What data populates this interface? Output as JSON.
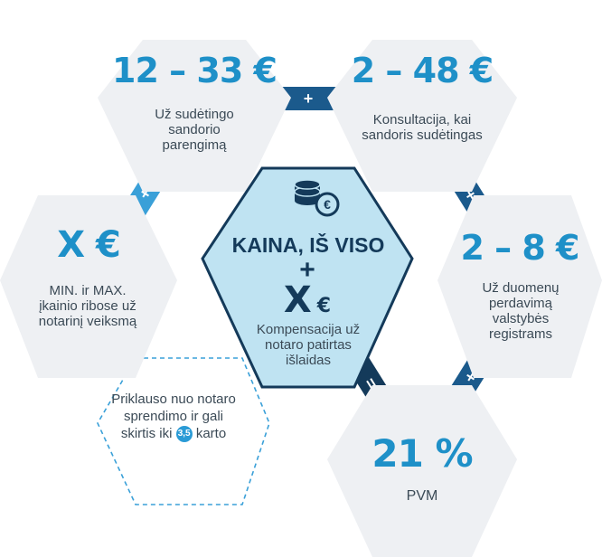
{
  "top_left": {
    "amount": "12 – 33 €",
    "description": "Už sudėtingo sandorio parengimą"
  },
  "top_right": {
    "amount": "2 – 48 €",
    "description": "Konsultacija, kai sandoris sudėtingas"
  },
  "left": {
    "amount": "X €",
    "description": "MIN. ir MAX. įkainio ribose už notarinį veiksmą"
  },
  "right": {
    "amount": "2 – 8 €",
    "description": "Už duomenų perdavimą valstybės registrams"
  },
  "bottom": {
    "amount": "21 %",
    "description": "PVM"
  },
  "center": {
    "title": "KAINA, IŠ VISO",
    "plus": "+",
    "amount": "X",
    "currency": "€",
    "description": "Kompensacija už notaro patirtas išlaidas",
    "icon": "coins-euro-icon"
  },
  "note": {
    "text_before": "Priklauso nuo notaro sprendimo ir gali skirtis iki",
    "badge": "3,5",
    "text_after": "karto"
  },
  "connectors": {
    "plus": "+",
    "equals": "="
  },
  "colors": {
    "hex_fill": "#eef0f3",
    "center_fill": "#bfe3f2",
    "center_border": "#143a5a",
    "accent": "#1e90c8",
    "connector_dark": "#1b5a8c",
    "connector_light": "#3aa0d8"
  }
}
